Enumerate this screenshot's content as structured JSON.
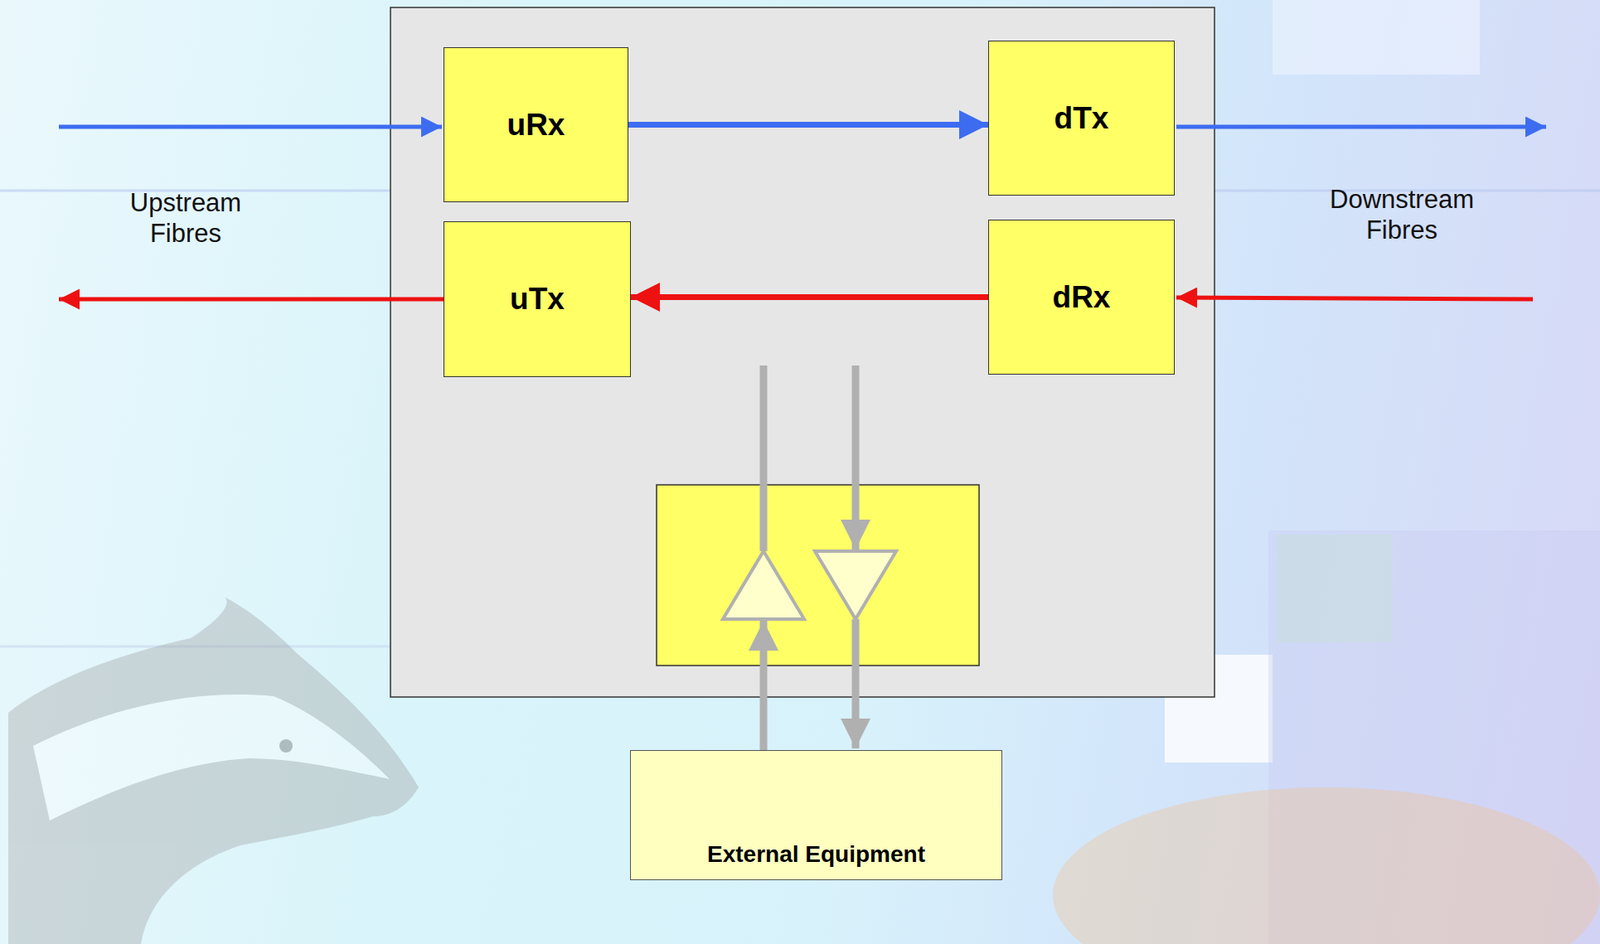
{
  "diagram": {
    "nodes": [
      {
        "text": [
          "uRx"
        ]
      },
      {
        "text": [
          "dTx"
        ]
      },
      {
        "text": [
          "uTx"
        ]
      },
      {
        "text": [
          "dRx"
        ]
      },
      {
        "text": [
          "External Equipment"
        ]
      }
    ],
    "edges": [
      {
        "from": 0,
        "to": 1,
        "arrow": "to"
      },
      {
        "from": 3,
        "to": 2,
        "arrow": "to"
      }
    ],
    "labels": [
      "Upstream Fibres",
      "Downstream Fibres"
    ]
  }
}
